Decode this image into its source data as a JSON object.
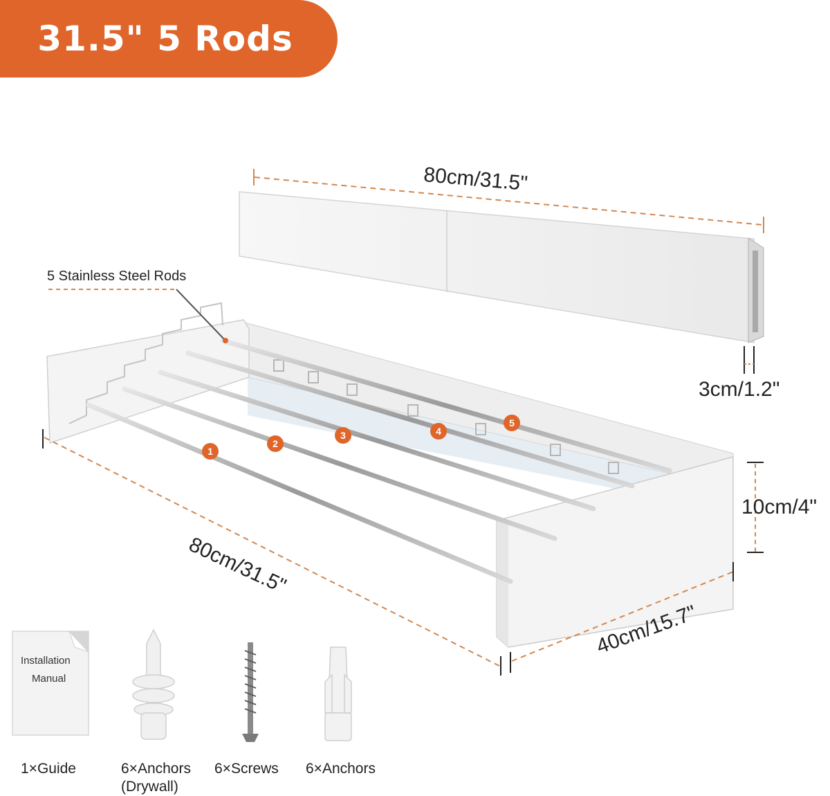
{
  "badge": {
    "text": "31.5\" 5 Rods"
  },
  "colors": {
    "accent": "#e0652a",
    "panel": "#f2f2f2",
    "rod": "#b8b8b8"
  },
  "dimensions": {
    "top_length": "80cm/31.5\"",
    "depth": "3cm/1.2\"",
    "height": "10cm/4\"",
    "front_length": "80cm/31.5\"",
    "side_depth": "40cm/15.7\""
  },
  "callout": {
    "rods_label": "5 Stainless Steel Rods"
  },
  "rod_numbers": [
    "1",
    "2",
    "3",
    "4",
    "5"
  ],
  "manual": {
    "line1": "Installation",
    "line2": "Manual"
  },
  "accessories": [
    {
      "label": "1×Guide",
      "icon": "manual-icon"
    },
    {
      "label": "6×Anchors\n(Drywall)",
      "icon": "drywall-anchor-icon"
    },
    {
      "label": "6×Screws",
      "icon": "screw-icon"
    },
    {
      "label": "6×Anchors",
      "icon": "wall-plug-icon"
    }
  ]
}
